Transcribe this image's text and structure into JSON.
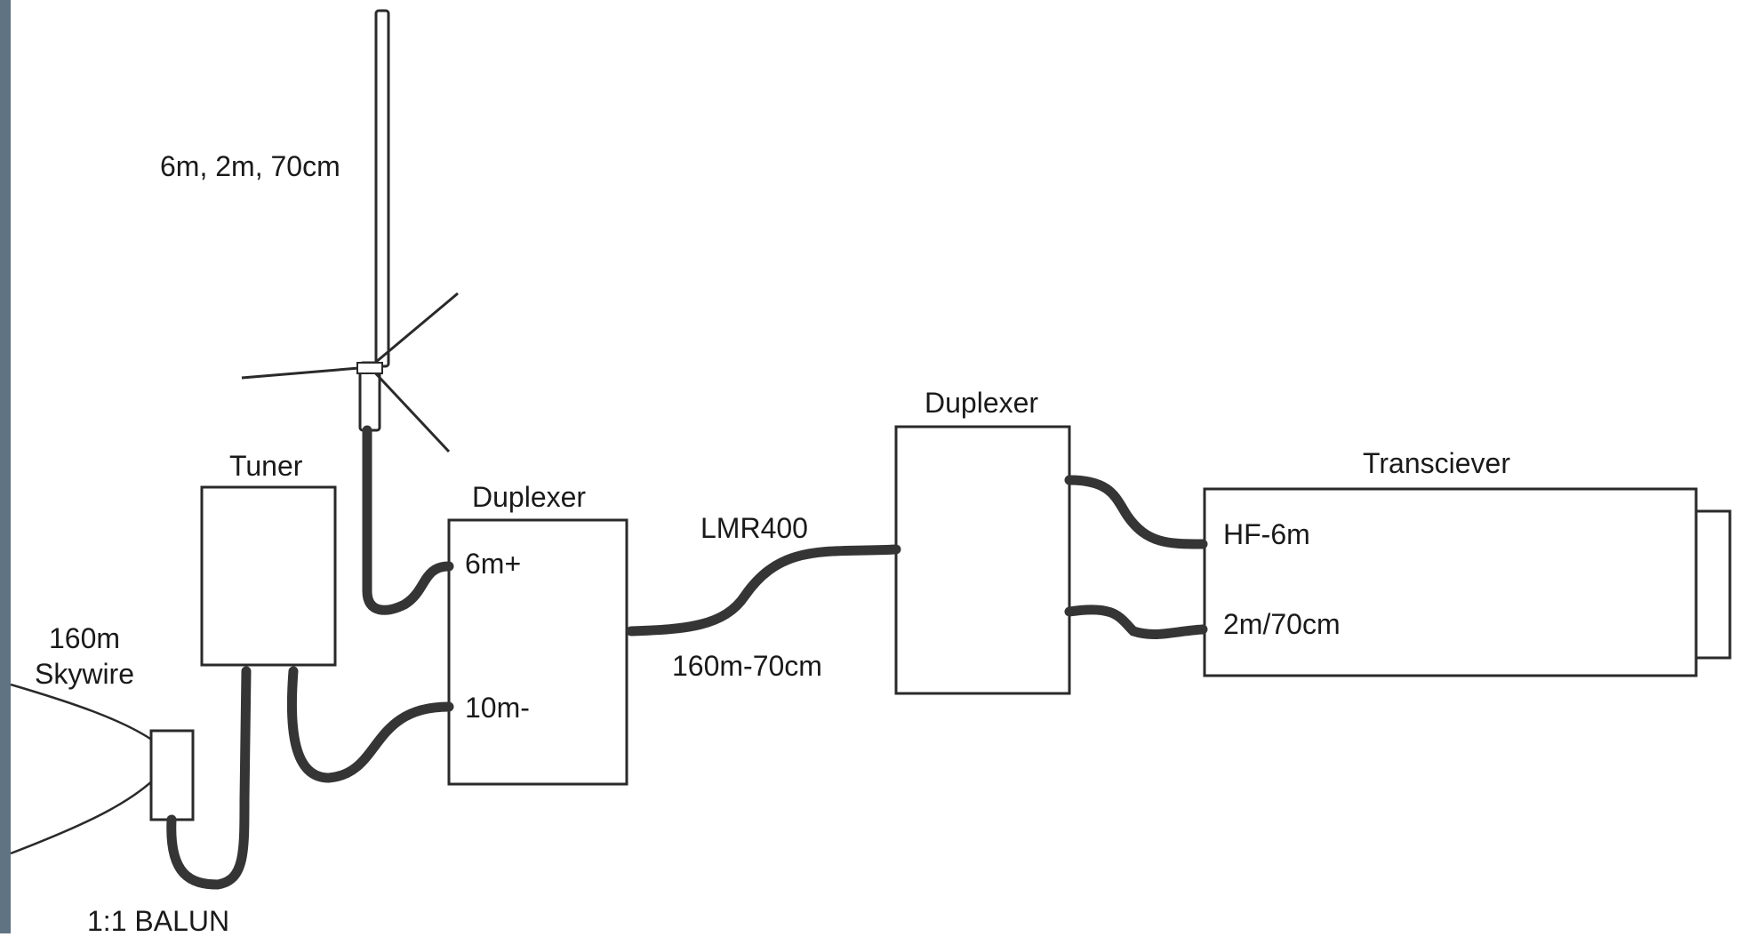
{
  "diagram": {
    "antenna_label": "6m, 2m, 70cm",
    "tuner_label": "Tuner",
    "duplexer1": {
      "title": "Duplexer",
      "port_upper": "6m+",
      "port_lower": "10m-"
    },
    "duplexer2": {
      "title": "Duplexer"
    },
    "feedline": {
      "cable": "LMR400",
      "range": "160m-70cm"
    },
    "transceiver": {
      "title": "Transciever",
      "port_upper": "HF-6m",
      "port_lower": "2m/70cm"
    },
    "skywire": {
      "line1": "160m",
      "line2": "Skywire"
    },
    "balun_label": "1:1 BALUN"
  },
  "colors": {
    "ink": "#2a2a2a",
    "cable": "#353535",
    "paper": "#ffffff",
    "left_edge_texture": "#5f7383"
  }
}
